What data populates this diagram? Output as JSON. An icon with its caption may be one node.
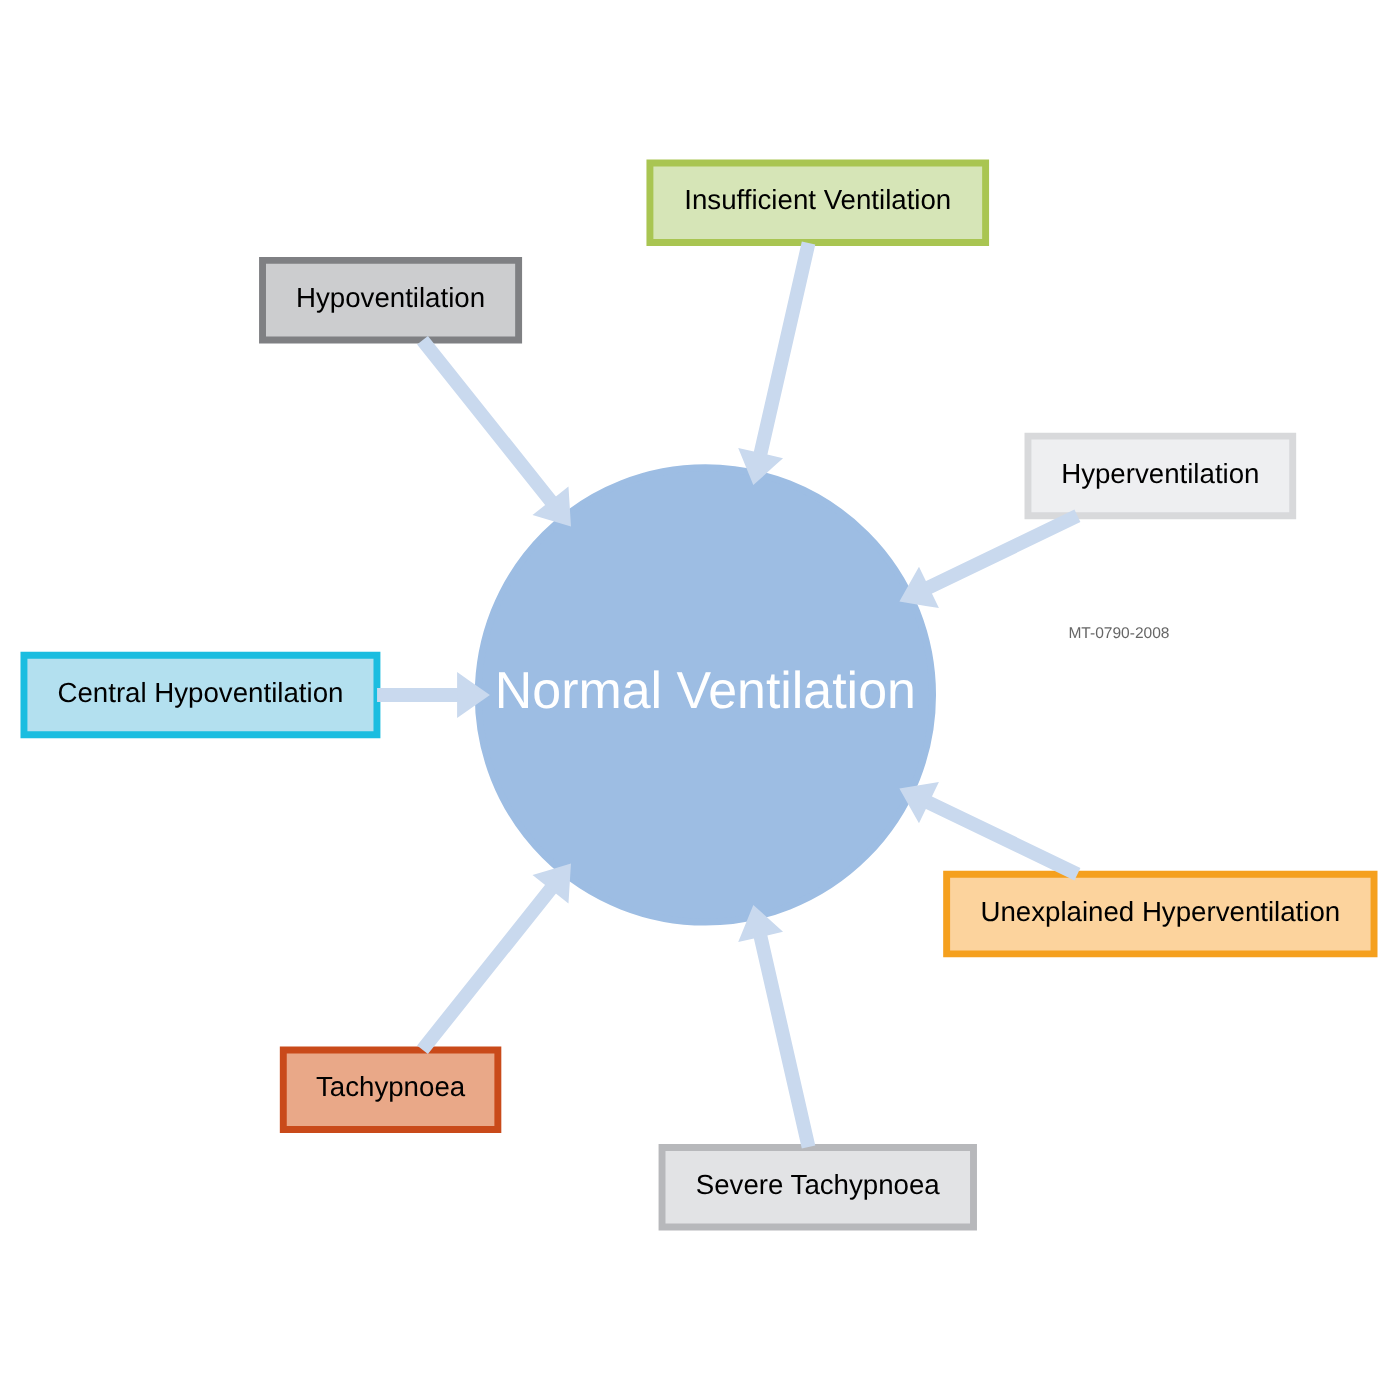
{
  "diagram": {
    "nodes": [
      {
        "text": [
          "Normal Ventilation"
        ]
      },
      {
        "text": [
          "Hyperventilation"
        ]
      },
      {
        "text": [
          "Insufficient Ventilation"
        ]
      },
      {
        "text": [
          "Hypoventilation"
        ]
      },
      {
        "text": [
          "Central Hypoventilation"
        ]
      },
      {
        "text": [
          "Tachypnoea"
        ]
      },
      {
        "text": [
          "Severe Tachypnoea"
        ]
      },
      {
        "text": [
          "Unexplained Hyperventilation"
        ]
      }
    ],
    "edges": [
      {
        "from": 1,
        "to": 0,
        "arrow": "to"
      },
      {
        "from": 2,
        "to": 0,
        "arrow": "to"
      },
      {
        "from": 3,
        "to": 0,
        "arrow": "to"
      },
      {
        "from": 4,
        "to": 0,
        "arrow": "to"
      },
      {
        "from": 5,
        "to": 0,
        "arrow": "to"
      },
      {
        "from": 6,
        "to": 0,
        "arrow": "to"
      },
      {
        "from": 7,
        "to": 0,
        "arrow": "to"
      }
    ],
    "labels": [
      "MT-0790-2008"
    ]
  }
}
